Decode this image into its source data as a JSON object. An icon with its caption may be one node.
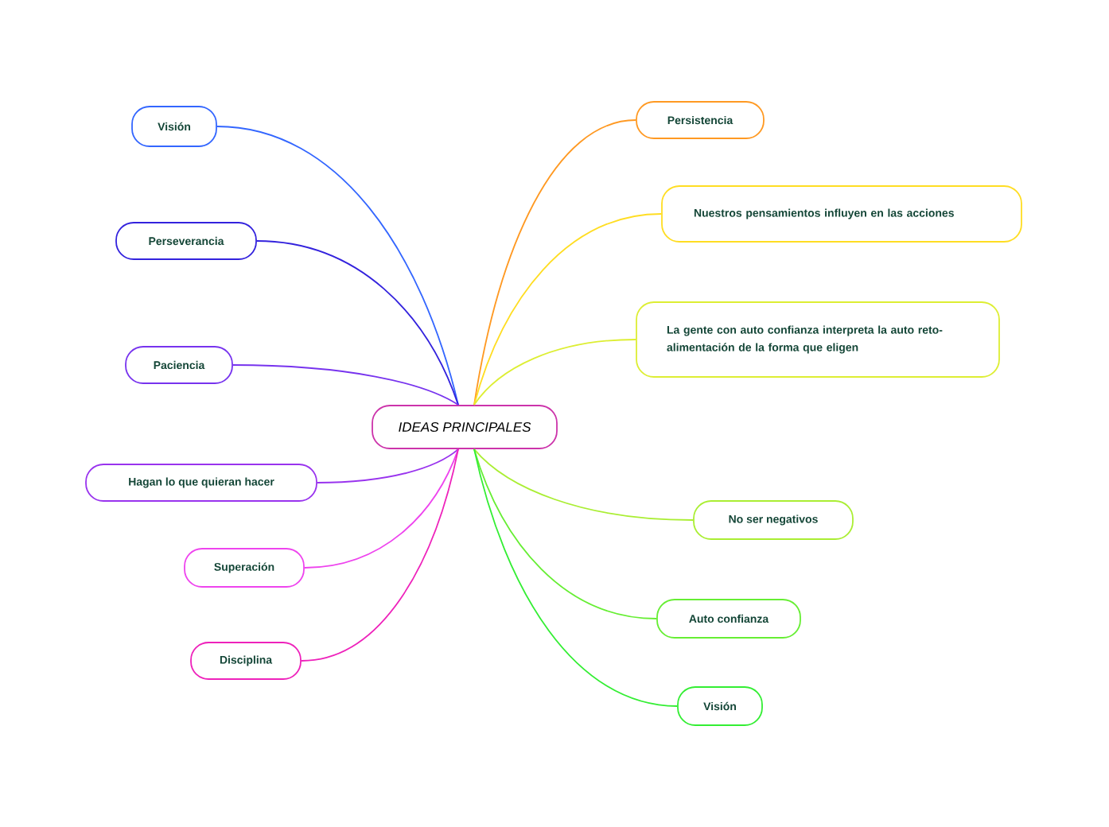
{
  "diagram": {
    "nodes": [
      {
        "text": [
          "IDEAS PRINCIPALES"
        ]
      },
      {
        "text": [
          "Visión"
        ]
      },
      {
        "text": [
          "Perseverancia"
        ]
      },
      {
        "text": [
          "Paciencia"
        ]
      },
      {
        "text": [
          "Hagan lo que quieran hacer"
        ]
      },
      {
        "text": [
          "Superación"
        ]
      },
      {
        "text": [
          "Disciplina"
        ]
      },
      {
        "text": [
          "Persistencia"
        ]
      },
      {
        "text": [
          "Nuestros pensamientos influyen en las acciones"
        ]
      },
      {
        "text": [
          "La gente con auto confianza interpreta la auto reto-alimentación de la forma que eligen"
        ]
      },
      {
        "text": [
          "No ser negativos"
        ]
      },
      {
        "text": [
          "Auto confianza"
        ]
      },
      {
        "text": [
          "Visión"
        ]
      }
    ],
    "edges": [
      {
        "from": 0,
        "to": 1,
        "arrow": "none",
        "color": "#3366ff"
      },
      {
        "from": 0,
        "to": 2,
        "arrow": "none",
        "color": "#3322dd"
      },
      {
        "from": 0,
        "to": 3,
        "arrow": "none",
        "color": "#7733ee"
      },
      {
        "from": 0,
        "to": 4,
        "arrow": "none",
        "color": "#9933ee"
      },
      {
        "from": 0,
        "to": 5,
        "arrow": "none",
        "color": "#ee44ee"
      },
      {
        "from": 0,
        "to": 6,
        "arrow": "none",
        "color": "#ee22bb"
      },
      {
        "from": 0,
        "to": 7,
        "arrow": "none",
        "color": "#ff9922"
      },
      {
        "from": 0,
        "to": 8,
        "arrow": "none",
        "color": "#ffdd22"
      },
      {
        "from": 0,
        "to": 9,
        "arrow": "none",
        "color": "#ddee33"
      },
      {
        "from": 0,
        "to": 10,
        "arrow": "none",
        "color": "#aaee33"
      },
      {
        "from": 0,
        "to": 11,
        "arrow": "none",
        "color": "#66ee33"
      },
      {
        "from": 0,
        "to": 12,
        "arrow": "none",
        "color": "#33ee33"
      }
    ]
  }
}
